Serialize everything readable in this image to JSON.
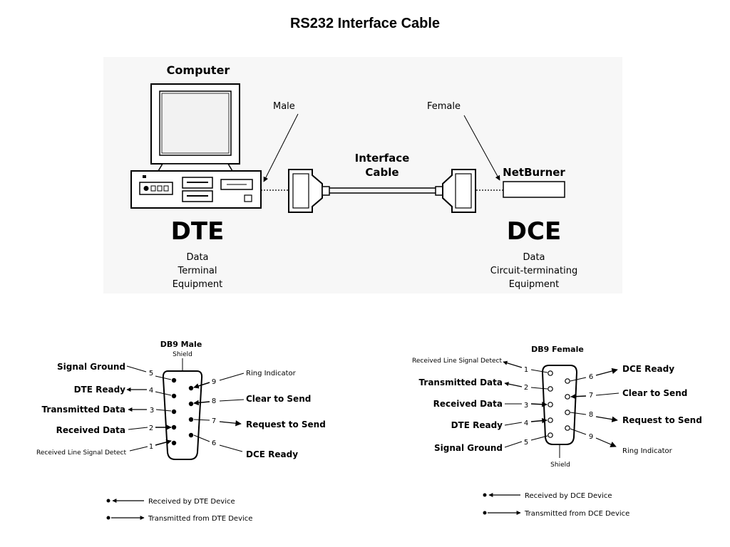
{
  "title": "RS232 Interface Cable",
  "top": {
    "computer_label": "Computer",
    "male_label": "Male",
    "female_label": "Female",
    "cable_label_1": "Interface",
    "cable_label_2": "Cable",
    "device_label": "NetBurner",
    "dte_abbr": "DTE",
    "dte_desc": [
      "Data",
      "Terminal",
      "Equipment"
    ],
    "dce_abbr": "DCE",
    "dce_desc": [
      "Data",
      "Circuit-terminating",
      "Equipment"
    ]
  },
  "male": {
    "title": "DB9 Male",
    "shield": "Shield",
    "pins": [
      {
        "num": "5",
        "label": "Signal Ground"
      },
      {
        "num": "4",
        "label": "DTE Ready"
      },
      {
        "num": "3",
        "label": "Transmitted Data"
      },
      {
        "num": "2",
        "label": "Received Data"
      },
      {
        "num": "1",
        "label": "Received Line Signal Detect"
      },
      {
        "num": "9",
        "label": "Ring Indicator"
      },
      {
        "num": "8",
        "label": "Clear to Send"
      },
      {
        "num": "7",
        "label": "Request to Send"
      },
      {
        "num": "6",
        "label": "DCE Ready"
      }
    ],
    "legend": [
      "Received by DTE Device",
      "Transmitted from DTE Device"
    ]
  },
  "female": {
    "title": "DB9 Female",
    "shield": "Shield",
    "pins": [
      {
        "num": "1",
        "label": "Received Line Signal Detect"
      },
      {
        "num": "2",
        "label": "Transmitted Data"
      },
      {
        "num": "3",
        "label": "Received Data"
      },
      {
        "num": "4",
        "label": "DTE Ready"
      },
      {
        "num": "5",
        "label": "Signal Ground"
      },
      {
        "num": "6",
        "label": "DCE Ready"
      },
      {
        "num": "7",
        "label": "Clear to Send"
      },
      {
        "num": "8",
        "label": "Request to Send"
      },
      {
        "num": "9",
        "label": "Ring Indicator"
      }
    ],
    "legend": [
      "Received by DCE Device",
      "Transmitted from DCE Device"
    ]
  }
}
